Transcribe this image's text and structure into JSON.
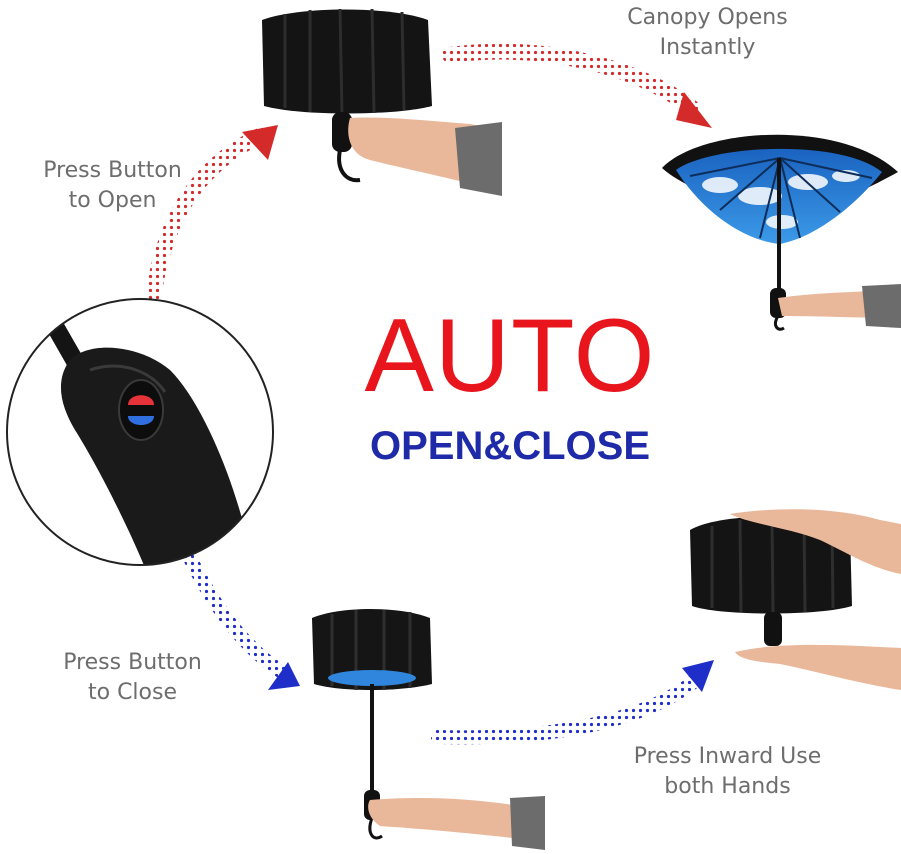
{
  "headline": "AUTO",
  "subline": "OPEN&CLOSE",
  "steps": {
    "press_open": [
      "Press Button",
      "to Open"
    ],
    "canopy_opens": [
      "Canopy Opens",
      "Instantly"
    ],
    "press_close": [
      "Press Button",
      "to Close"
    ],
    "press_inward": [
      "Press Inward Use",
      "both Hands"
    ]
  },
  "colors": {
    "headline": "#e8161c",
    "subline": "#1e2aa8",
    "open_arrow": "#d42a2a",
    "close_arrow": "#1f2ec9",
    "caption": "#6d6d6d",
    "canopy_inner": "#2f86dc",
    "canopy_outer": "#111111"
  },
  "icons": {
    "zoom_inset": "handle-button-closeup",
    "red_button": "open-button-icon",
    "blue_button": "close-button-icon"
  }
}
